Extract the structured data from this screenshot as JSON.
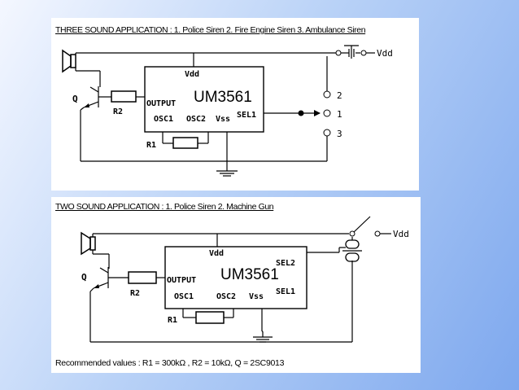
{
  "top": {
    "title": "THREE SOUND APPLICATION : 1. Police Siren 2. Fire Engine Siren 3. Ambulance Siren",
    "vdd_supply": "Vdd",
    "chip_vdd": "Vdd",
    "chip_name": "UM3561",
    "output": "OUTPUT",
    "osc1": "OSC1",
    "osc2": "OSC2",
    "vss": "Vss",
    "sel1": "SEL1",
    "q": "Q",
    "r2": "R2",
    "r1": "R1",
    "opt2": "2",
    "opt1": "1",
    "opt3": "3"
  },
  "bottom": {
    "title": "TWO SOUND APPLICATION : 1. Police Siren 2. Machine Gun",
    "vdd_supply": "Vdd",
    "chip_vdd": "Vdd",
    "chip_name": "UM3561",
    "output": "OUTPUT",
    "osc1": "OSC1",
    "osc2": "OSC2",
    "vss": "Vss",
    "sel1": "SEL1",
    "sel2": "SEL2",
    "q": "Q",
    "r2": "R2",
    "r1": "R1",
    "recommended": "Recommended values : R1 = 300kΩ , R2 = 10kΩ, Q = 2SC9013"
  }
}
